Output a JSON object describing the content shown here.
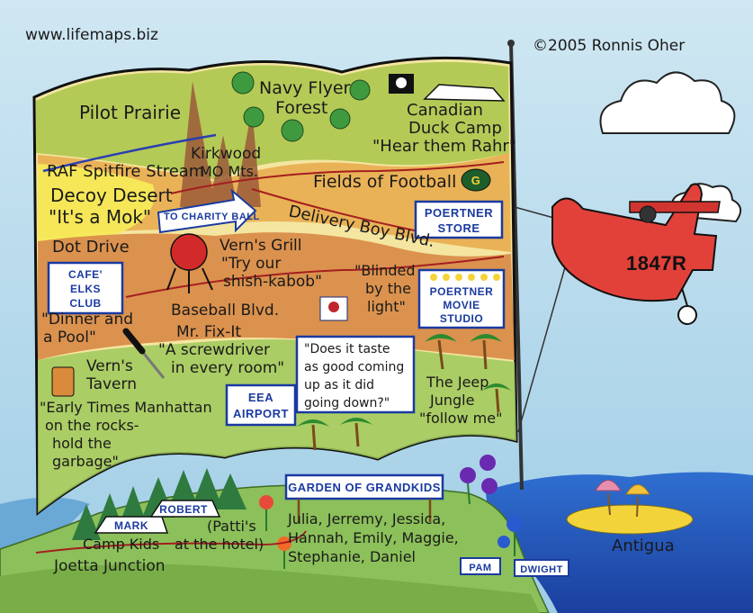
{
  "header": {
    "url": "www.lifemaps.biz",
    "copyright": "©2005 Ronnis Oher"
  },
  "flag": {
    "labels": {
      "pilot_prairie": "Pilot Prairie",
      "navy_flyer": "Navy Flyer",
      "forest": "Forest",
      "canadian": "Canadian",
      "duck_camp": "Duck Camp",
      "hear_them": "\"Hear them Rahr\"",
      "raf_stream": "RAF Spitfire Stream",
      "kirkwood": "Kirkwood",
      "mo_mts": "MO Mts.",
      "fields_football": "Fields of Football",
      "decoy_desert": "Decoy Desert",
      "its_a_mok": "\"It's a Mok\"",
      "to_charity_ball": "TO CHARITY BALL",
      "delivery_boy": "Delivery Boy Blvd.",
      "dot_drive": "Dot Drive",
      "verns_grill": "Vern's Grill",
      "try_our": "\"Try our",
      "shish_kabob": "shish-kabob\"",
      "blinded": "\"Blinded",
      "by_the": "by the",
      "light": "light\"",
      "baseball_blvd": "Baseball Blvd.",
      "dinner_and": "\"Dinner and",
      "a_pool": "a Pool\"",
      "mr_fixit": "Mr. Fix-It",
      "screwdriver_1": "\"A screwdriver",
      "screwdriver_2": "in every room\"",
      "verns": "Vern's",
      "tavern": "Tavern",
      "early_1": "\"Early Times Manhattan",
      "early_2": "on the rocks-",
      "early_3": "hold the",
      "early_4": "garbage\"",
      "jeep_1": "The Jeep",
      "jeep_2": "Jungle",
      "jeep_3": "\"follow me\""
    },
    "boxes": {
      "poertner_store_1": "POERTNER",
      "poertner_store_2": "STORE",
      "cafe_1": "CAFE'",
      "cafe_2": "ELKS",
      "cafe_3": "CLUB",
      "movie_1": "POERTNER",
      "movie_2": "MOVIE",
      "movie_3": "STUDIO",
      "eea_1": "EEA",
      "eea_2": "AIRPORT",
      "quote_1": "\"Does it taste",
      "quote_2": "as good coming",
      "quote_3": "up as it did",
      "quote_4": "going down?\""
    }
  },
  "plane": {
    "tail_number": "1847R"
  },
  "land": {
    "garden_sign": "GARDEN OF GRANDKIDS",
    "robert": "ROBERT",
    "mark": "MARK",
    "pattis_1": "(Patti's",
    "pattis_2": "at the hotel)",
    "camp_kids": "Camp Kids",
    "joetta": "Joetta Junction",
    "grandkids_1": "Julia, Jerremy, Jessica,",
    "grandkids_2": "Hannah, Emily, Maggie,",
    "grandkids_3": "Stephanie, Daniel",
    "pam": "PAM",
    "dwight": "DWIGHT",
    "antigua": "Antigua"
  }
}
